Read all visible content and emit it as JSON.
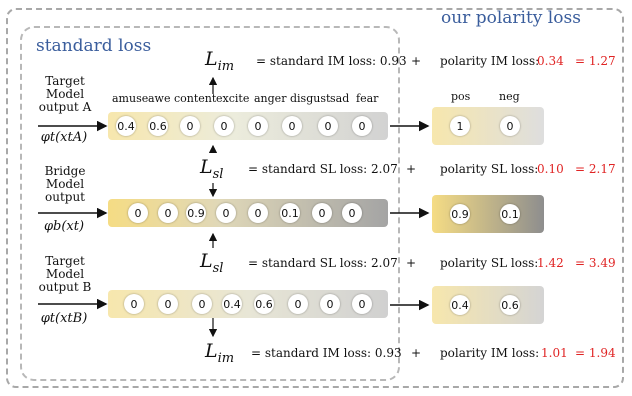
{
  "titles": {
    "polarity": "our polarity loss",
    "standard": "standard loss"
  },
  "emotions": [
    "amuse",
    "awe",
    "content",
    "excite",
    "anger",
    "disgust",
    "sad",
    "fear"
  ],
  "polarities": [
    "pos",
    "neg"
  ],
  "rows": {
    "a": {
      "label_lines": [
        "Target",
        "Model",
        "output A"
      ],
      "values": [
        "0.4",
        "0.6",
        "0",
        "0",
        "0",
        "0",
        "0",
        "0"
      ],
      "polarity_values": [
        "1",
        "0"
      ]
    },
    "b": {
      "label_lines": [
        "Bridge",
        "Model",
        "output"
      ],
      "values": [
        "0",
        "0",
        "0.9",
        "0",
        "0",
        "0.1",
        "0",
        "0"
      ],
      "polarity_values": [
        "0.9",
        "0.1"
      ]
    },
    "c": {
      "label_lines": [
        "Target",
        "Model",
        "output B"
      ],
      "values": [
        "0",
        "0",
        "0",
        "0.4",
        "0.6",
        "0",
        "0",
        "0"
      ],
      "polarity_values": [
        "0.4",
        "0.6"
      ]
    }
  },
  "functions": {
    "a": "φt(xtA)",
    "b": "φb(xt)",
    "c": "φt(xtB)"
  },
  "losses": {
    "im_top": {
      "symbol": "L",
      "sub": "im",
      "standard": "= standard IM loss: 0.93",
      "plus": "+",
      "polarity": "polarity IM loss:",
      "polarity_value": "0.34",
      "total": "= 1.27"
    },
    "sl_top": {
      "symbol": "L",
      "sub": "sl",
      "standard": "= standard SL loss: 2.07",
      "plus": "+",
      "polarity": "polarity SL loss:",
      "polarity_value": "0.10",
      "total": "= 2.17"
    },
    "sl_bottom": {
      "symbol": "L",
      "sub": "sl",
      "standard": "= standard SL loss: 2.07",
      "plus": "+",
      "polarity": "polarity SL loss:",
      "polarity_value": "1.42",
      "total": "= 3.49"
    },
    "im_bottom": {
      "symbol": "L",
      "sub": "im",
      "standard": "= standard IM loss: 0.93",
      "plus": "+",
      "polarity": "polarity IM loss:",
      "polarity_value": "1.01",
      "total": "= 1.94"
    }
  },
  "colors": {
    "accent_blue": "#3a5d9c",
    "red": "#e02424"
  }
}
